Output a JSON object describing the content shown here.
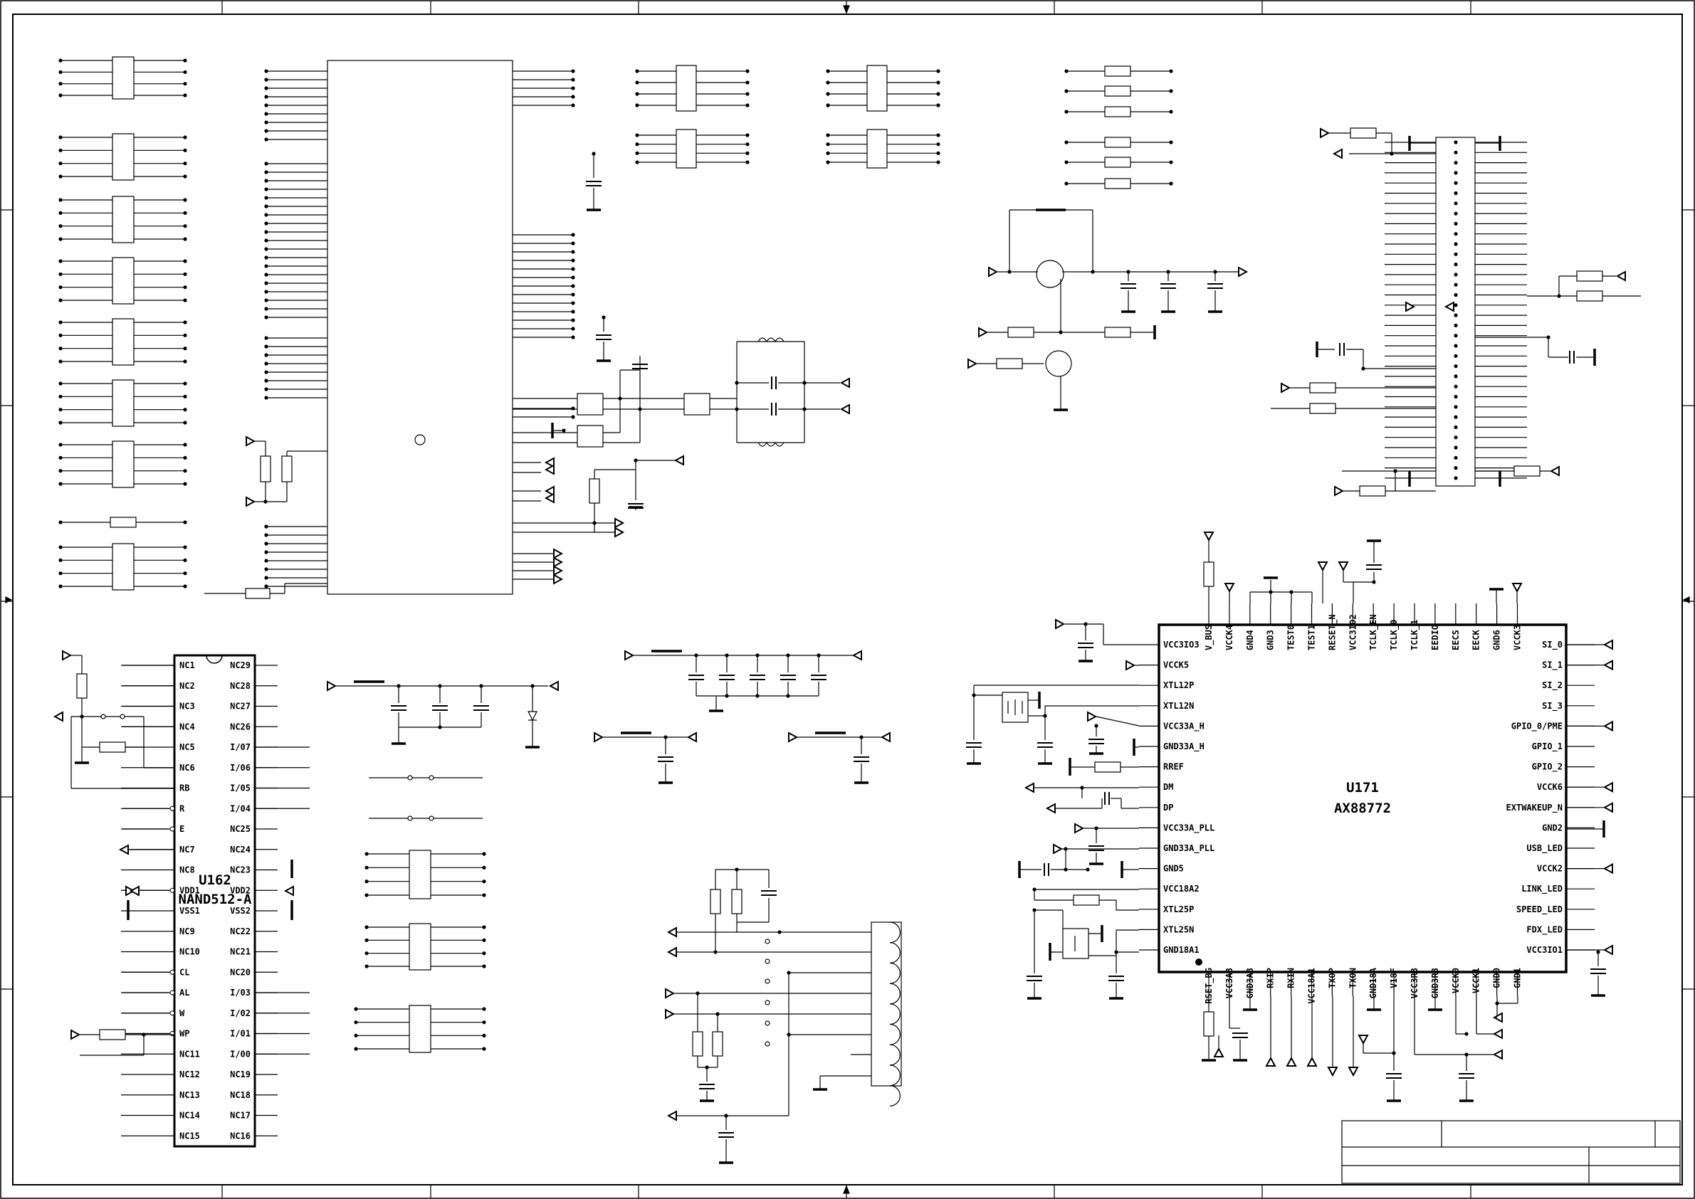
{
  "u162": {
    "refdes": "U162",
    "part": "NAND512-A",
    "left_pins": [
      "NC1",
      "NC2",
      "NC3",
      "NC4",
      "NC5",
      "NC6",
      "RB",
      "R",
      "E",
      "NC7",
      "NC8",
      "VDD1",
      "VSS1",
      "NC9",
      "NC10",
      "CL",
      "AL",
      "W",
      "WP",
      "NC11",
      "NC12",
      "NC13",
      "NC14",
      "NC15"
    ],
    "right_pins": [
      "NC29",
      "NC28",
      "NC27",
      "NC26",
      "I/07",
      "I/06",
      "I/05",
      "I/04",
      "NC25",
      "NC24",
      "NC23",
      "VDD2",
      "VSS2",
      "NC22",
      "NC21",
      "NC20",
      "I/03",
      "I/02",
      "I/01",
      "I/00",
      "NC19",
      "NC18",
      "NC17",
      "NC16"
    ]
  },
  "u171": {
    "refdes": "U171",
    "part": "AX88772",
    "left_pins": [
      "VCC3IO3",
      "VCCK5",
      "XTL12P",
      "XTL12N",
      "VCC33A_H",
      "GND33A_H",
      "RREF",
      "DM",
      "DP",
      "VCC33A_PLL",
      "GND33A_PLL",
      "GND5",
      "VCC18A2",
      "XTL25P",
      "XTL25N",
      "GND18A1"
    ],
    "right_pins": [
      "SI_0",
      "SI_1",
      "SI_2",
      "SI_3",
      "GPIO_0/PME",
      "GPIO_1",
      "GPIO_2",
      "VCCK6",
      "EXTWAKEUP_N",
      "GND2",
      "USB_LED",
      "VCCK2",
      "LINK_LED",
      "SPEED_LED",
      "FDX_LED",
      "VCC3IO1"
    ],
    "top_pins": [
      "V_BUS",
      "VCCK4",
      "GND4",
      "GND3",
      "TEST0",
      "TEST1",
      "RESET_N",
      "VCC3IO2",
      "TCLK_EN",
      "TCLK_0",
      "TCLK_1",
      "EEDIO",
      "EECS",
      "EECK",
      "GND6",
      "VCCK3"
    ],
    "bottom_pins": [
      "RSET_BG",
      "VCC3A3",
      "GND3A3",
      "RXIP",
      "RXIN",
      "VCC18A1",
      "TXOP",
      "TXON",
      "GND18A",
      "V18F",
      "VCC3R3",
      "GND3R3",
      "VCCK0",
      "VCCK1",
      "GND0",
      "GND1"
    ]
  }
}
